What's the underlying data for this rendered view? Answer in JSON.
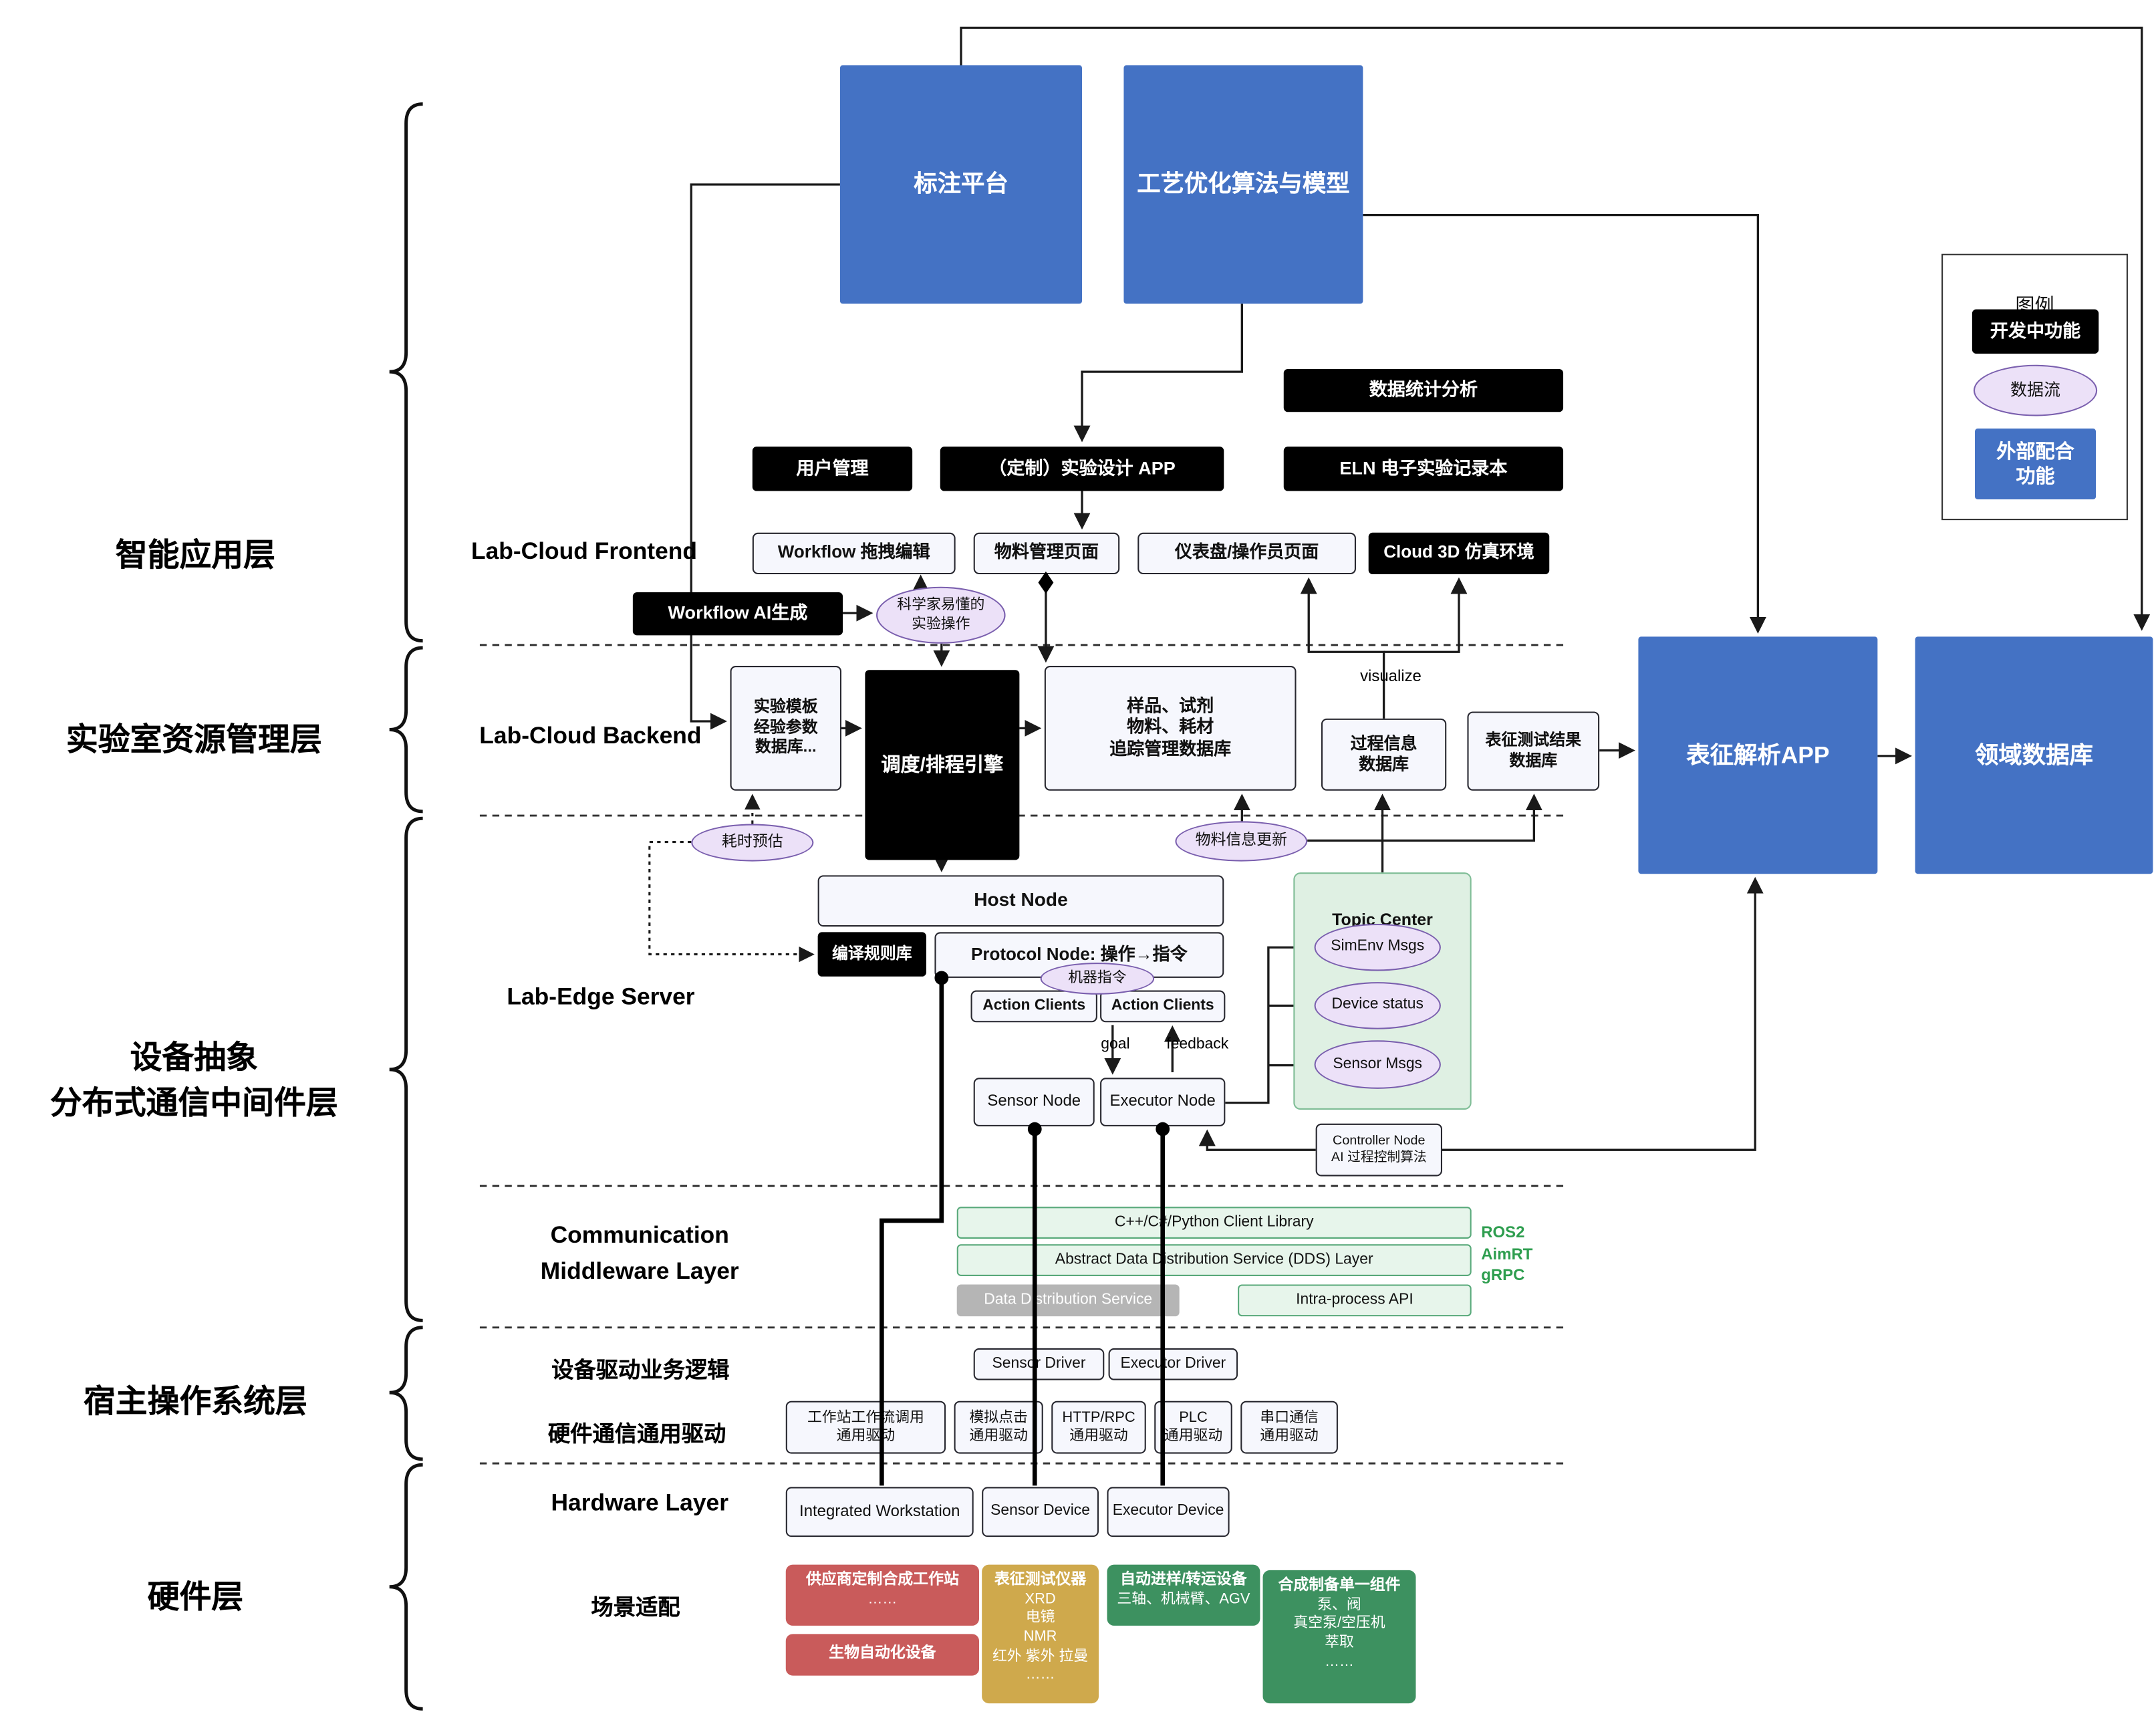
{
  "legend": {
    "title": "图例",
    "dev": "开发中功能",
    "flow": "数据流",
    "external": "外部配合\n功能"
  },
  "left_layers": {
    "l1": "智能应用层",
    "l2": "实验室资源管理层",
    "l3": "设备抽象\n分布式通信中间件层",
    "l4": "宿主操作系统层",
    "l5": "硬件层"
  },
  "sections": {
    "frontend": "Lab-Cloud Frontend",
    "backend": "Lab-Cloud Backend",
    "edge": "Lab-Edge Server",
    "middleware": "Communication\nMiddleware Layer",
    "driver_logic": "设备驱动业务逻辑",
    "hw_comm": "硬件通信通用驱动",
    "hardware": "Hardware Layer",
    "scenario": "场景适配"
  },
  "nodes": {
    "annotation_platform": "标注平台",
    "process_opt": "工艺优化算法与模型",
    "data_stats": "数据统计分析",
    "user_mgmt": "用户管理",
    "custom_exp_app": "（定制）实验设计 APP",
    "eln": "ELN 电子实验记录本",
    "workflow_edit": "Workflow 拖拽编辑",
    "material_page": "物料管理页面",
    "dashboard_page": "仪表盘/操作员页面",
    "cloud_3d": "Cloud 3D 仿真环境",
    "workflow_ai": "Workflow AI生成",
    "scientist_ops": "科学家易懂的\n实验操作",
    "exp_template_db": "实验模板\n经验参数\n数据库...",
    "scheduler": "调度/排程引擎",
    "sample_db": "样品、试剂\n物料、耗材\n追踪管理数据库",
    "process_info_db": "过程信息\n数据库",
    "visualize": "visualize",
    "char_result_db": "表征测试结果\n数据库",
    "char_app": "表征解析APP",
    "domain_db": "领域数据库",
    "time_estimate": "耗时预估",
    "material_update": "物料信息更新",
    "host_node": "Host Node",
    "compile_rules": "编译规则库",
    "protocol_node": "Protocol Node: 操作→指令",
    "machine_cmd": "机器指令",
    "action_clients_a": "Action Clients",
    "action_clients_b": "Action Clients",
    "goal": "goal",
    "feedback": "feedback",
    "sensor_node": "Sensor Node",
    "executor_node": "Executor Node",
    "topic_center": "Topic Center",
    "simenv_msgs": "SimEnv Msgs",
    "device_status": "Device status",
    "sensor_msgs": "Sensor Msgs",
    "controller_node": "Controller Node\nAI 过程控制算法",
    "client_lib": "C++/C#/Python Client Library",
    "dds_layer": "Abstract Data Distribution Service (DDS) Layer",
    "dds_service": "Data Distribution Service",
    "intra_api": "Intra-process API",
    "protocols": "ROS2\nAimRT\ngRPC",
    "sensor_driver": "Sensor Driver",
    "executor_driver": "Executor Driver",
    "ws_driver": "工作站工作流调用\n通用驱动",
    "click_driver": "模拟点击\n通用驱动",
    "http_driver": "HTTP/RPC\n通用驱动",
    "plc_driver": "PLC\n通用驱动",
    "serial_driver": "串口通信\n通用驱动",
    "integrated_ws": "Integrated Workstation",
    "sensor_device": "Sensor Device",
    "executor_device": "Executor Device"
  },
  "scenario_boxes": {
    "vendor_title": "供应商定制合成工作站",
    "vendor_body": "……",
    "bio_title": "生物自动化设备",
    "char_title": "表征测试仪器",
    "char_body": "XRD\n电镜\nNMR\n红外 紫外 拉曼\n……",
    "transfer_title": "自动进样/转运设备",
    "transfer_body": "三轴、机械臂、AGV",
    "synth_title": "合成制备单一组件",
    "synth_body": "泵、阀\n真空泵/空压机\n萃取\n……"
  },
  "colors": {
    "blue": "#4472c4",
    "black": "#000000",
    "purple_flow": "#ece1f8",
    "green_light": "#e7f5eb",
    "topic_green": "#dff0e3",
    "gray": "#b5b5b5",
    "red": "#c95b5b",
    "gold": "#cfa94c",
    "green_dark": "#3d9160",
    "protocol_text": "#2e9e4f"
  }
}
